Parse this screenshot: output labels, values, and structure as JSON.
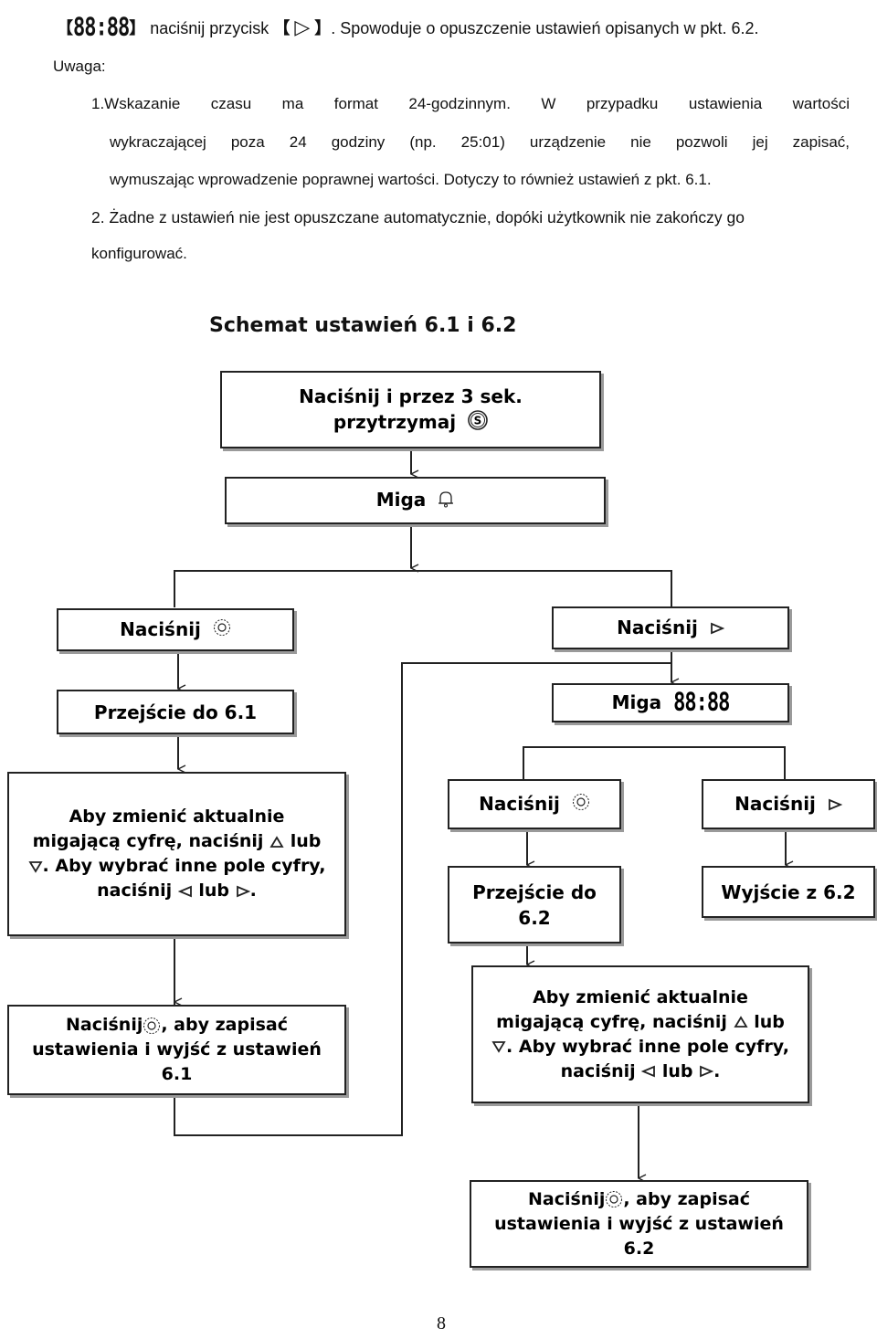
{
  "top_line": {
    "bracket_open": "【",
    "display": "88:88",
    "bracket_close": "】",
    "text_before": "naciśnij przycisk",
    "button_open": "【",
    "button_glyph": "▷",
    "button_close": "】",
    "text_after": ". Spowoduje o opuszczenie ustawień opisanych w pkt. 6.2."
  },
  "note": {
    "heading": "Uwaga:",
    "item1_line1": "1.Wskazanie czasu ma format 24-godzinnym. W przypadku ustawienia wartości",
    "item1_line2": "wykraczającej poza 24 godziny (np. 25:01) urządzenie nie pozwoli jej zapisać,",
    "item1_line3": "wymuszając wprowadzenie poprawnej wartości. Dotyczy to również ustawień z pkt. 6.1.",
    "item2_line1": "2. Żadne z ustawień nie jest opuszczane automatycznie, dopóki użytkownik nie zakończy go",
    "item2_line2": "konfigurować."
  },
  "diagram": {
    "title": "Schemat ustawień 6.1 i 6.2",
    "box_start_l1": "Naciśnij i przez 3 sek.",
    "box_start_l2": "przytrzymaj",
    "box_start_icon": "S",
    "box_blink": "Miga",
    "left_press": "Naciśnij",
    "right_press": "Naciśnij",
    "left_goto": "Przejście do 6.1",
    "right_blink": "Miga",
    "right_blink_display": "88:88",
    "left_instr_l1": "Aby zmienić aktualnie",
    "left_instr_l2a": "migającą cyfrę, naciśnij",
    "left_instr_l2b": "lub",
    "left_instr_l3": ". Aby wybrać inne pole cyfry,",
    "left_instr_l4a": "naciśnij",
    "left_instr_l4b": "lub",
    "left_save_l1a": "Naciśnij",
    "left_save_l1b": ", aby zapisać",
    "left_save_l2": "ustawienia i wyjść z ustawień",
    "left_save_l3": "6.1",
    "mid_press": "Naciśnij",
    "far_press": "Naciśnij",
    "mid_goto_l1": "Przejście do",
    "mid_goto_l2": "6.2",
    "far_exit": "Wyjście z 6.2",
    "right_instr_l1": "Aby zmienić aktualnie",
    "right_instr_l2a": "migającą cyfrę, naciśnij",
    "right_instr_l2b": "lub",
    "right_instr_l3": ". Aby wybrać inne pole cyfry,",
    "right_instr_l4a": "naciśnij",
    "right_instr_l4b": "lub",
    "right_save_l1a": "Naciśnij",
    "right_save_l1b": ", aby zapisać",
    "right_save_l2": "ustawienia i wyjść z ustawień",
    "right_save_l3": "6.2"
  },
  "page_number": "8"
}
